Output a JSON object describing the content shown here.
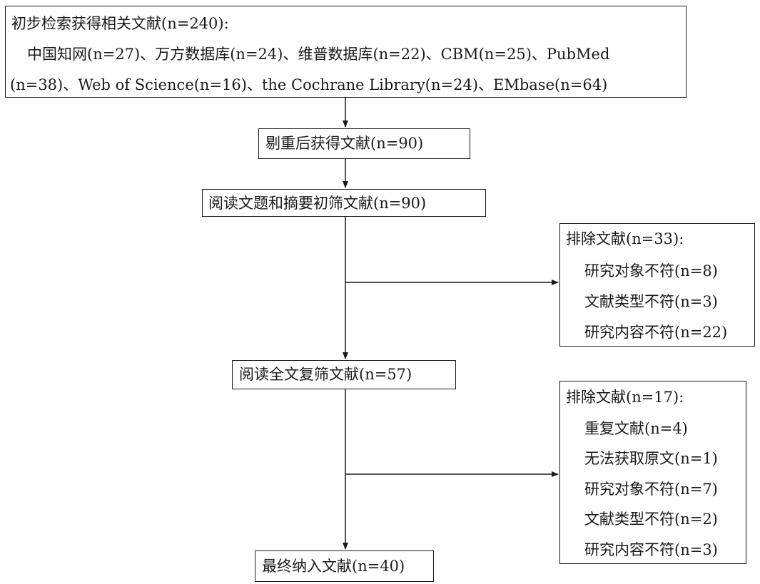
{
  "initial": {
    "line1": "初步检索获得相关文献(n=240):",
    "line2": "中国知网(n=27)、万方数据库(n=24)、维普数据库(n=22)、CBM(n=25)、PubMed",
    "line3": "(n=38)、Web of Science(n=16)、the Cochrane Library(n=24)、EMbase(n=64)"
  },
  "dedup": {
    "label": "剔重后获得文献(n=90)"
  },
  "screen1": {
    "label": "阅读文题和摘要初筛文献(n=90)"
  },
  "exclude1": {
    "title": "排除文献(n=33):",
    "items": [
      "研究对象不符(n=8)",
      "文献类型不符(n=3)",
      "研究内容不符(n=22)"
    ]
  },
  "screen2": {
    "label": "阅读全文复筛文献(n=57)"
  },
  "exclude2": {
    "title": "排除文献(n=17):",
    "items": [
      "重复文献(n=4)",
      "无法获取原文(n=1)",
      "研究对象不符(n=7)",
      "文献类型不符(n=2)",
      "研究内容不符(n=3)"
    ]
  },
  "final": {
    "label": "最终纳入文献(n=40)"
  }
}
